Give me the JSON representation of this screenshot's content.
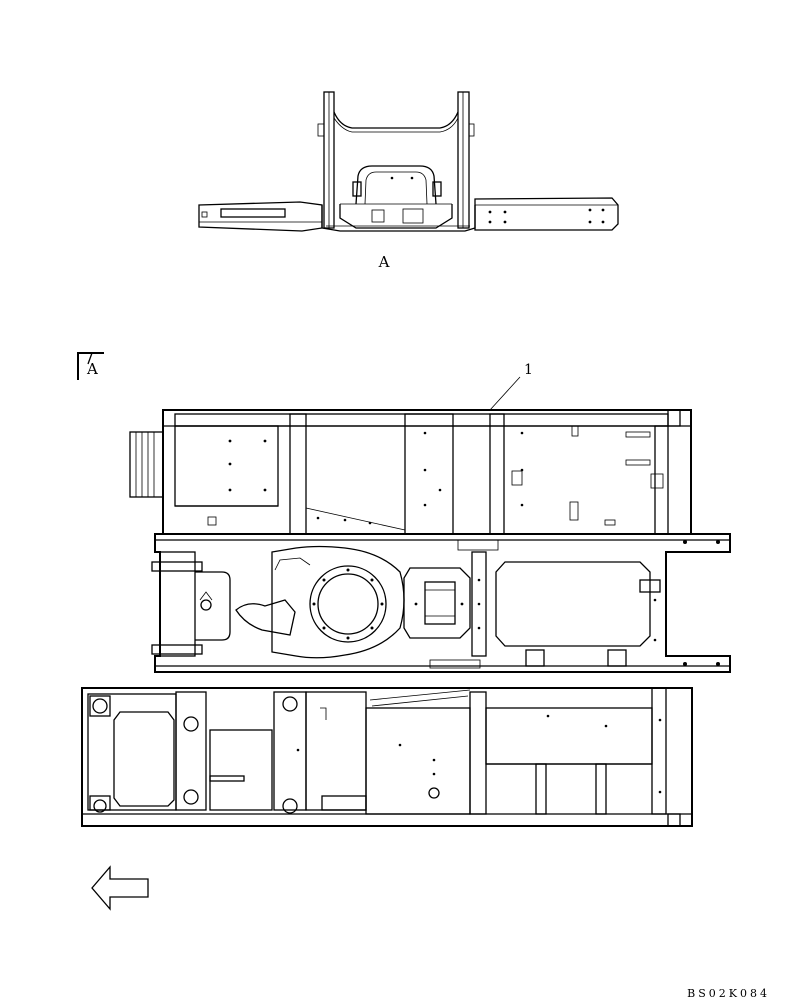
{
  "view_label": "A",
  "section_marker": "A",
  "callouts": [
    {
      "number": "1"
    }
  ],
  "drawing_code": "BS02K084",
  "icons": {
    "direction": "front-direction-arrow-icon"
  }
}
